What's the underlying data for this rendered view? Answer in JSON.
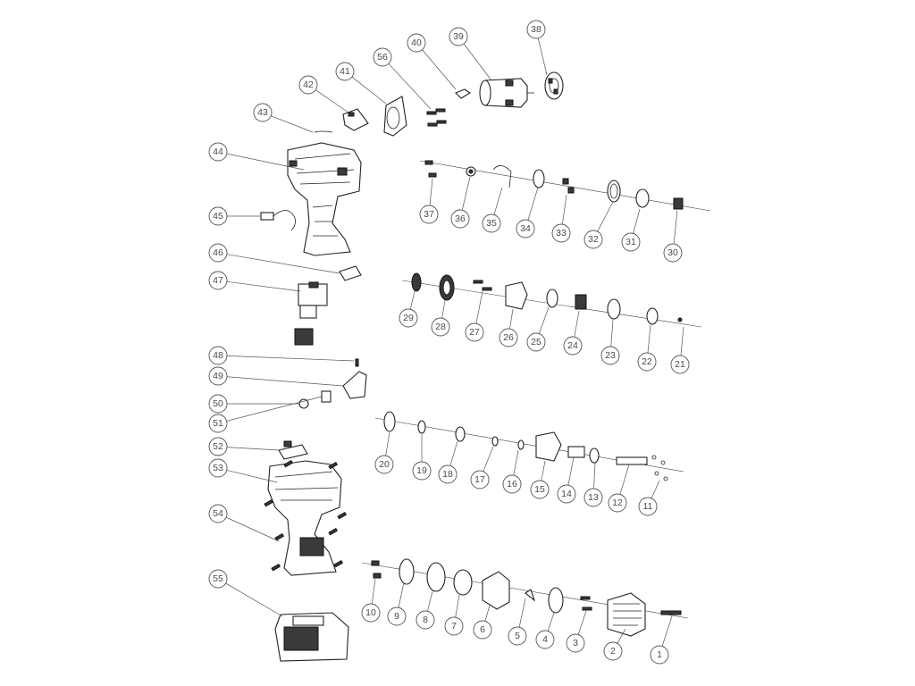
{
  "diagram": {
    "type": "exploded-parts-view",
    "callouts": [
      {
        "id": "1",
        "label": "1"
      },
      {
        "id": "2",
        "label": "2"
      },
      {
        "id": "3",
        "label": "3"
      },
      {
        "id": "4",
        "label": "4"
      },
      {
        "id": "5",
        "label": "5"
      },
      {
        "id": "6",
        "label": "6"
      },
      {
        "id": "7",
        "label": "7"
      },
      {
        "id": "8",
        "label": "8"
      },
      {
        "id": "9",
        "label": "9"
      },
      {
        "id": "10",
        "label": "10"
      },
      {
        "id": "11",
        "label": "11"
      },
      {
        "id": "12",
        "label": "12"
      },
      {
        "id": "13",
        "label": "13"
      },
      {
        "id": "14",
        "label": "14"
      },
      {
        "id": "15",
        "label": "15"
      },
      {
        "id": "16",
        "label": "16"
      },
      {
        "id": "17",
        "label": "17"
      },
      {
        "id": "18",
        "label": "18"
      },
      {
        "id": "19",
        "label": "19"
      },
      {
        "id": "20",
        "label": "20"
      },
      {
        "id": "21",
        "label": "21"
      },
      {
        "id": "22",
        "label": "22"
      },
      {
        "id": "23",
        "label": "23"
      },
      {
        "id": "24",
        "label": "24"
      },
      {
        "id": "25",
        "label": "25"
      },
      {
        "id": "26",
        "label": "26"
      },
      {
        "id": "27",
        "label": "27"
      },
      {
        "id": "28",
        "label": "28"
      },
      {
        "id": "29",
        "label": "29"
      },
      {
        "id": "30",
        "label": "30"
      },
      {
        "id": "31",
        "label": "31"
      },
      {
        "id": "32",
        "label": "32"
      },
      {
        "id": "33",
        "label": "33"
      },
      {
        "id": "34",
        "label": "34"
      },
      {
        "id": "35",
        "label": "35"
      },
      {
        "id": "36",
        "label": "36"
      },
      {
        "id": "37",
        "label": "37"
      },
      {
        "id": "38",
        "label": "38"
      },
      {
        "id": "39",
        "label": "39"
      },
      {
        "id": "40",
        "label": "40"
      },
      {
        "id": "41",
        "label": "41"
      },
      {
        "id": "42",
        "label": "42"
      },
      {
        "id": "43",
        "label": "43"
      },
      {
        "id": "44",
        "label": "44"
      },
      {
        "id": "45",
        "label": "45"
      },
      {
        "id": "46",
        "label": "46"
      },
      {
        "id": "47",
        "label": "47"
      },
      {
        "id": "48",
        "label": "48"
      },
      {
        "id": "49",
        "label": "49"
      },
      {
        "id": "50",
        "label": "50"
      },
      {
        "id": "51",
        "label": "51"
      },
      {
        "id": "52",
        "label": "52"
      },
      {
        "id": "53",
        "label": "53"
      },
      {
        "id": "54",
        "label": "54"
      },
      {
        "id": "55",
        "label": "55"
      },
      {
        "id": "56",
        "label": "56"
      }
    ]
  }
}
